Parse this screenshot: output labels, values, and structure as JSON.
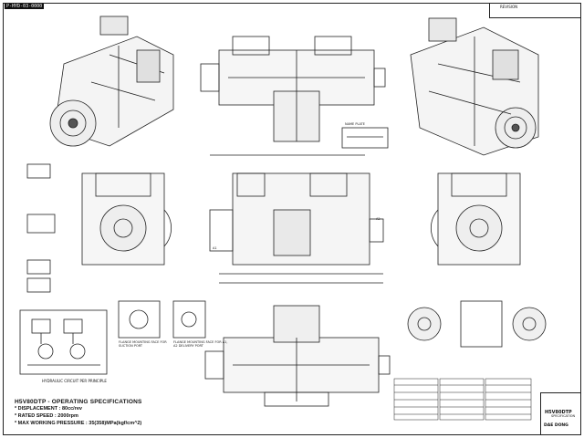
{
  "header": {
    "tag": "P-HYD-03-0000",
    "revision": "REVISION"
  },
  "spec": {
    "title": "H5V80DTP - OPERATING SPECIFICATIONS",
    "lines": [
      "* DISPLACEMENT : 80cc/rev",
      "* RATED SPEED : 2000rpm",
      "* MAX WORKING PRESSURE : 35(358)MPa(kgf/cm^2)"
    ]
  },
  "hydraulic_caption": "HYDRAULIC CIRCUIT PER PRINCIPLE",
  "callouts": {
    "name_plate": "NAME PLATE",
    "delivery_a1": "A1",
    "delivery_a2": "A2",
    "flange_suction": "FLANGE MOUNTING FACE FOR SUCTION PORT",
    "flange_delivery": "FLANGE MOUNTING FACE FOR A1, A2 DELIVERY PORT"
  },
  "title_block": {
    "model": "H5V80DTP",
    "subtitle": "SPECIFICATION",
    "company": "DAE DONG"
  }
}
